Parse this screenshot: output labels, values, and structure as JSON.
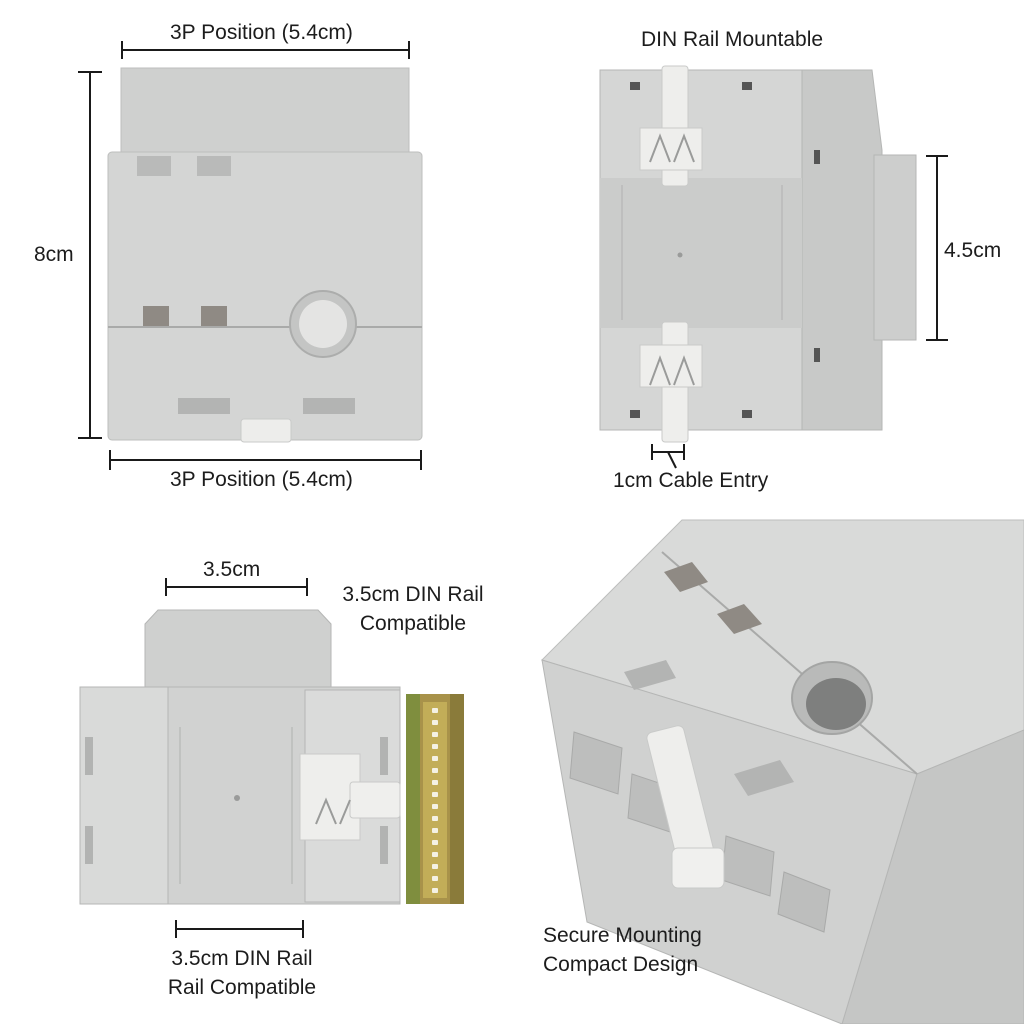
{
  "labels": {
    "front_top_width": "3P Position (5.4cm)",
    "front_height": "8cm",
    "front_bottom_width": "3P Position (5.4cm)",
    "back_title": "DIN Rail Mountable",
    "back_depth": "4.5cm",
    "back_cable_entry": "1cm Cable Entry",
    "side_width": "3.5cm",
    "side_rail_line1": "3.5cm DIN Rail",
    "side_rail_line2": "Compatible",
    "side_bottom_line1": "3.5cm DIN Rail",
    "side_bottom_line2": "Rail Compatible",
    "iso_line1": "Secure Mounting",
    "iso_line2": "Compact Design"
  },
  "colors": {
    "housing": "#d3d4d3",
    "housing_dark": "#bfc0bf",
    "housing_light": "#e2e3e2",
    "clip": "#efefed",
    "dimension_line": "#1a1a1a",
    "rail_brass": "#b59a45",
    "rail_green": "#8e9a48"
  }
}
